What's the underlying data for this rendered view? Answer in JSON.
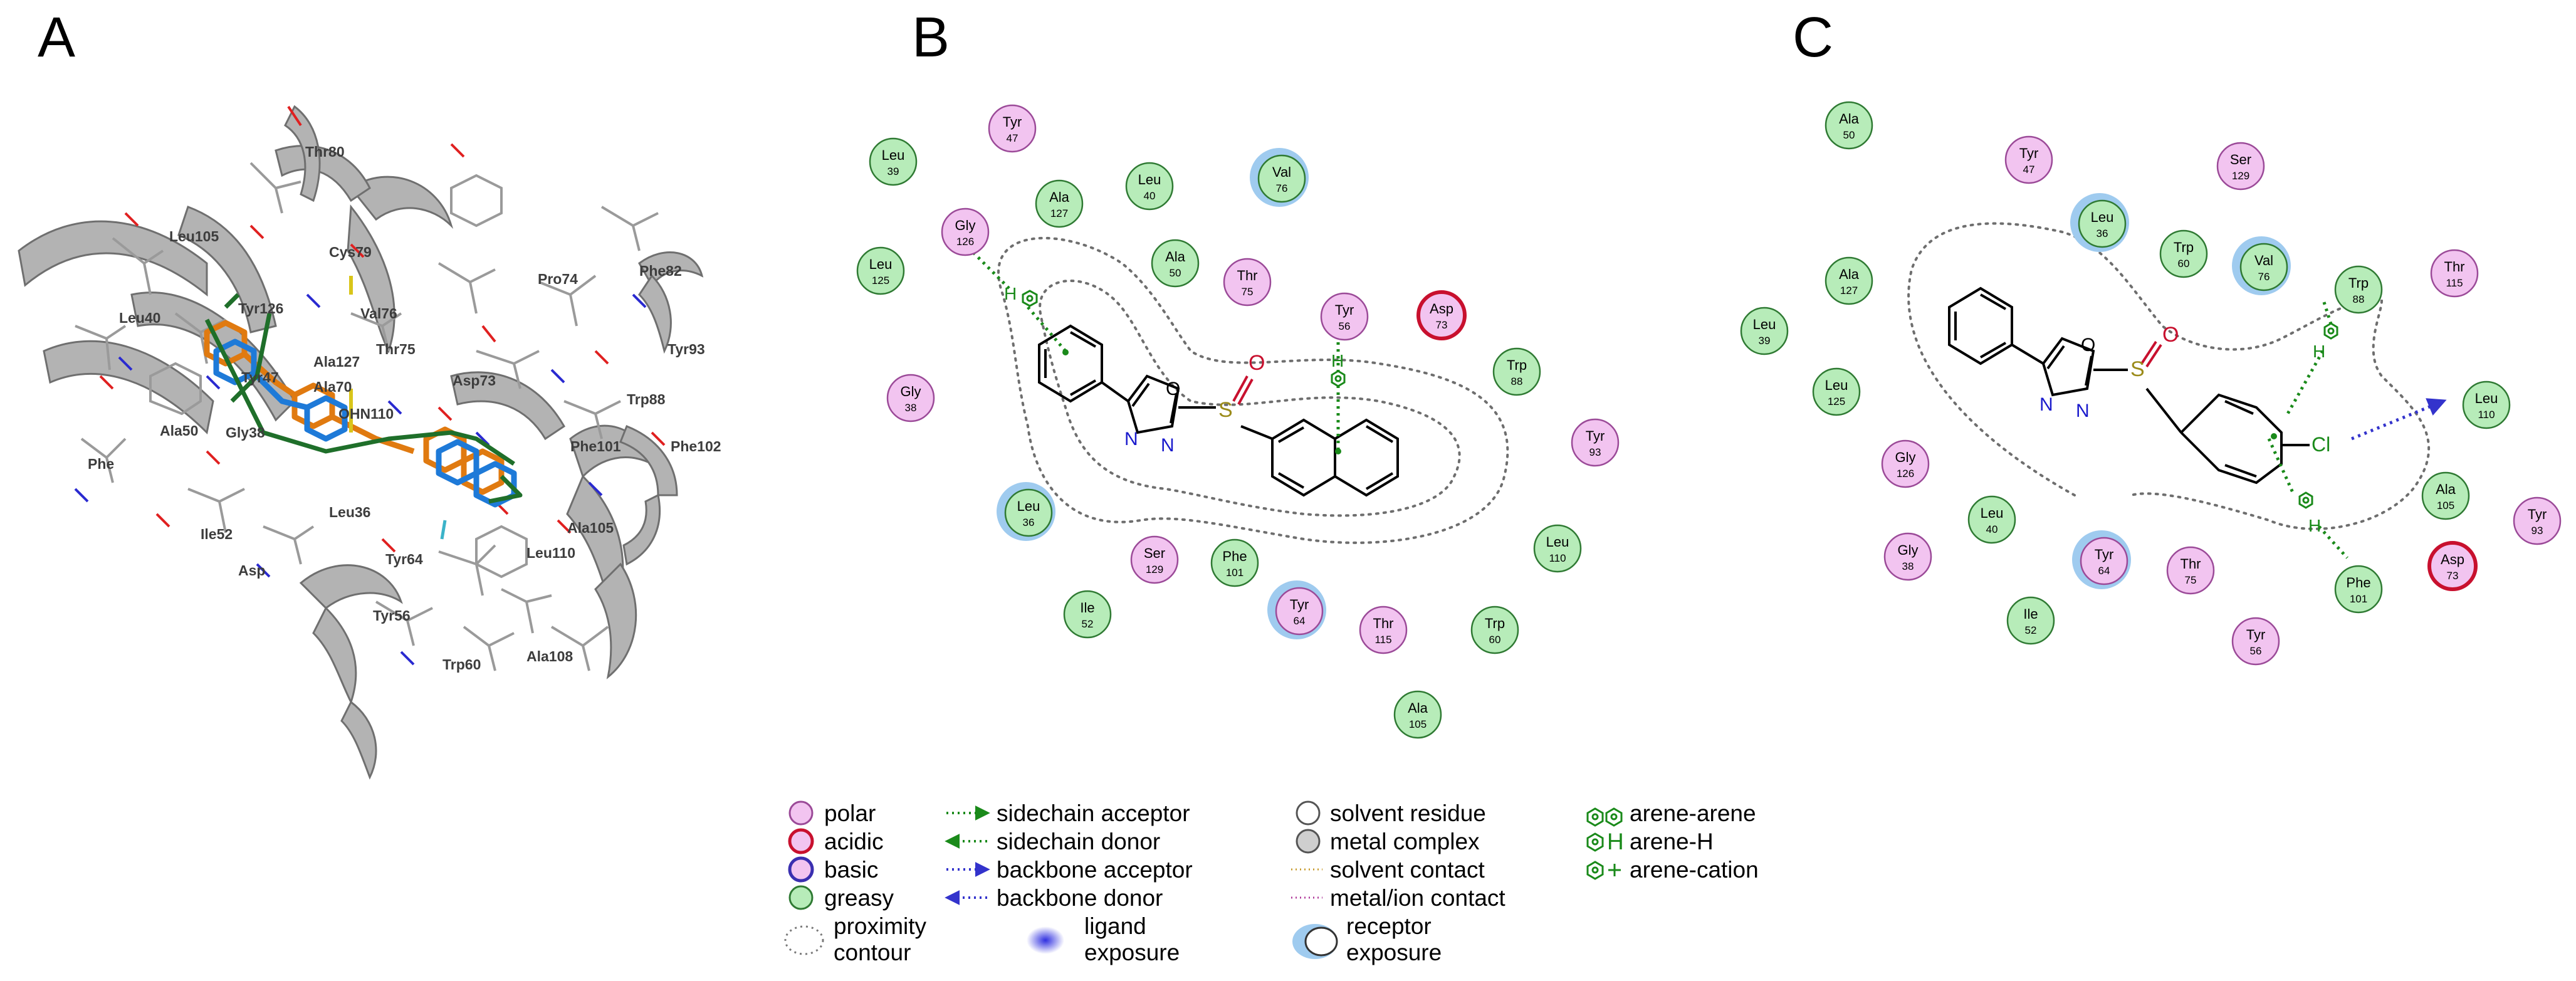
{
  "panels": {
    "a": {
      "letter": "A"
    },
    "b": {
      "letter": "B"
    },
    "c": {
      "letter": "C"
    }
  },
  "panel_a": {
    "labels": [
      "Thr80",
      "Leu105",
      "Cys79",
      "Tyr126",
      "Val76",
      "Pro74",
      "Phe82",
      "Ala127",
      "Thr75",
      "Tyr93",
      "Leu40",
      "Tyr47",
      "Ala70",
      "Asp73",
      "Trp88",
      "Ala50",
      "Gly38",
      "OHN110",
      "Phe101",
      "Phe102",
      "Phe",
      "Ile52",
      "Leu36",
      "Ala105",
      "Asp",
      "Tyr64",
      "Leu110",
      "Tyr56",
      "Trp60",
      "Ala108"
    ]
  },
  "panel_b": {
    "residues": [
      {
        "name": "Tyr",
        "num": "47",
        "type": "polar",
        "exposure": false
      },
      {
        "name": "Leu",
        "num": "39",
        "type": "greasy",
        "exposure": false
      },
      {
        "name": "Leu",
        "num": "40",
        "type": "greasy",
        "exposure": false
      },
      {
        "name": "Val",
        "num": "76",
        "type": "greasy",
        "exposure": true
      },
      {
        "name": "Ala",
        "num": "127",
        "type": "greasy",
        "exposure": false
      },
      {
        "name": "Gly",
        "num": "126",
        "type": "polar",
        "exposure": false
      },
      {
        "name": "Ala",
        "num": "50",
        "type": "greasy",
        "exposure": false
      },
      {
        "name": "Thr",
        "num": "75",
        "type": "polar",
        "exposure": false
      },
      {
        "name": "Leu",
        "num": "125",
        "type": "greasy",
        "exposure": false
      },
      {
        "name": "Tyr",
        "num": "56",
        "type": "polar",
        "exposure": false
      },
      {
        "name": "Asp",
        "num": "73",
        "type": "acidic",
        "exposure": false
      },
      {
        "name": "Trp",
        "num": "88",
        "type": "greasy",
        "exposure": false
      },
      {
        "name": "Gly",
        "num": "38",
        "type": "polar",
        "exposure": false
      },
      {
        "name": "Tyr",
        "num": "93",
        "type": "polar",
        "exposure": false
      },
      {
        "name": "Leu",
        "num": "36",
        "type": "greasy",
        "exposure": true
      },
      {
        "name": "Ser",
        "num": "129",
        "type": "polar",
        "exposure": false
      },
      {
        "name": "Phe",
        "num": "101",
        "type": "greasy",
        "exposure": false
      },
      {
        "name": "Leu",
        "num": "110",
        "type": "greasy",
        "exposure": false
      },
      {
        "name": "Ile",
        "num": "52",
        "type": "greasy",
        "exposure": false
      },
      {
        "name": "Tyr",
        "num": "64",
        "type": "polar",
        "exposure": true
      },
      {
        "name": "Thr",
        "num": "115",
        "type": "polar",
        "exposure": false
      },
      {
        "name": "Trp",
        "num": "60",
        "type": "greasy",
        "exposure": false
      },
      {
        "name": "Ala",
        "num": "105",
        "type": "greasy",
        "exposure": false
      }
    ],
    "atoms": {
      "o": "O",
      "s": "S",
      "o2": "O",
      "n1": "N",
      "n2": "N",
      "h1": "H",
      "h2": "H"
    }
  },
  "panel_c": {
    "residues": [
      {
        "name": "Ala",
        "num": "50",
        "type": "greasy",
        "exposure": false
      },
      {
        "name": "Tyr",
        "num": "47",
        "type": "polar",
        "exposure": false
      },
      {
        "name": "Ser",
        "num": "129",
        "type": "polar",
        "exposure": false
      },
      {
        "name": "Leu",
        "num": "36",
        "type": "greasy",
        "exposure": true
      },
      {
        "name": "Trp",
        "num": "60",
        "type": "greasy",
        "exposure": false
      },
      {
        "name": "Val",
        "num": "76",
        "type": "greasy",
        "exposure": true
      },
      {
        "name": "Trp",
        "num": "88",
        "type": "greasy",
        "exposure": false
      },
      {
        "name": "Thr",
        "num": "115",
        "type": "polar",
        "exposure": false
      },
      {
        "name": "Ala",
        "num": "127",
        "type": "greasy",
        "exposure": false
      },
      {
        "name": "Leu",
        "num": "39",
        "type": "greasy",
        "exposure": false
      },
      {
        "name": "Leu",
        "num": "125",
        "type": "greasy",
        "exposure": false
      },
      {
        "name": "Leu",
        "num": "110",
        "type": "greasy",
        "exposure": false
      },
      {
        "name": "Gly",
        "num": "126",
        "type": "polar",
        "exposure": false
      },
      {
        "name": "Ala",
        "num": "105",
        "type": "greasy",
        "exposure": false
      },
      {
        "name": "Tyr",
        "num": "93",
        "type": "polar",
        "exposure": false
      },
      {
        "name": "Leu",
        "num": "40",
        "type": "greasy",
        "exposure": false
      },
      {
        "name": "Gly",
        "num": "38",
        "type": "polar",
        "exposure": false
      },
      {
        "name": "Tyr",
        "num": "64",
        "type": "polar",
        "exposure": true
      },
      {
        "name": "Thr",
        "num": "75",
        "type": "polar",
        "exposure": false
      },
      {
        "name": "Asp",
        "num": "73",
        "type": "acidic",
        "exposure": false
      },
      {
        "name": "Phe",
        "num": "101",
        "type": "greasy",
        "exposure": false
      },
      {
        "name": "Ile",
        "num": "52",
        "type": "greasy",
        "exposure": false
      },
      {
        "name": "Tyr",
        "num": "56",
        "type": "polar",
        "exposure": false
      }
    ],
    "atoms": {
      "o": "O",
      "s": "S",
      "o2": "O",
      "n1": "N",
      "n2": "N",
      "cl": "Cl",
      "h1": "H",
      "h2": "H"
    }
  },
  "legend": {
    "polar": "polar",
    "acidic": "acidic",
    "basic": "basic",
    "greasy": "greasy",
    "proximity_1": "proximity",
    "proximity_2": "contour",
    "sidechain_acceptor": "sidechain acceptor",
    "sidechain_donor": "sidechain donor",
    "backbone_acceptor": "backbone acceptor",
    "backbone_donor": "backbone donor",
    "ligand_exposure_1": "ligand",
    "ligand_exposure_2": "exposure",
    "solvent_residue": "solvent residue",
    "metal_complex": "metal complex",
    "solvent_contact": "solvent contact",
    "metal_contact": "metal/ion contact",
    "receptor_exposure_1": "receptor",
    "receptor_exposure_2": "exposure",
    "arene_arene": "arene-arene",
    "arene_h": "arene-H",
    "arene_cation": "arene-cation",
    "h_glyph": "H"
  },
  "colors": {
    "polar_fill": "#f2c4f0",
    "polar_stroke": "#9b4a98",
    "greasy_fill": "#b7ecb9",
    "greasy_stroke": "#2f7a33",
    "acidic_stroke": "#c8102e",
    "basic_stroke": "#3a2fb0",
    "exposure": "#9fcbef",
    "sidechain": "#1a8a1a",
    "backbone": "#3333cc",
    "ribbon": "#a9a9a9",
    "orange": "#e07a10",
    "blue": "#1e7ad8",
    "green": "#1f6f2a"
  }
}
